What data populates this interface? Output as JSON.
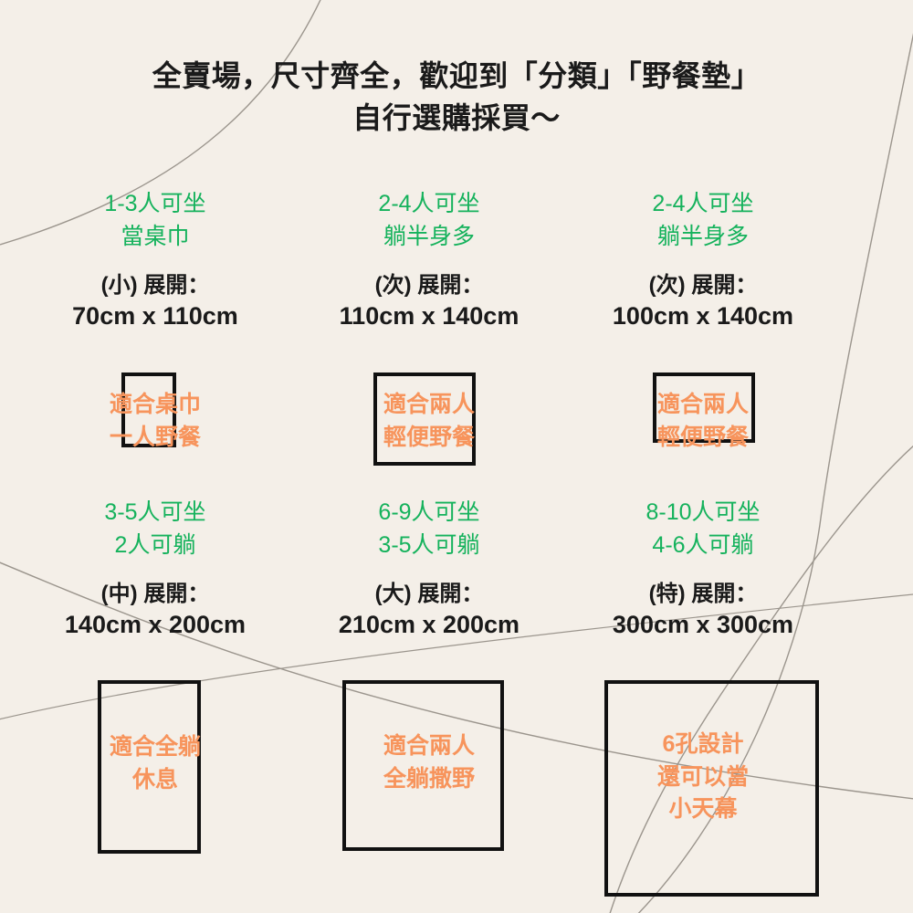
{
  "theme": {
    "background": "#f4efe8",
    "title_color": "#1a1a1a",
    "capacity_color": "#15b25c",
    "note_color": "#f7945c",
    "rect_stroke": "#111111",
    "curve_color": "#9b958d"
  },
  "title": {
    "line1": "全賣場，尺寸齊全，歡迎到「分類」「野餐墊」",
    "line2": "自行選購採買～"
  },
  "products": [
    {
      "capacity_line1": "1-3人可坐",
      "capacity_line2": "當桌巾",
      "size_label": "(小) 展開：",
      "dimensions": "70cm x 110cm",
      "note_line1": "適合桌巾",
      "note_line2": "一人野餐",
      "note_line3": ""
    },
    {
      "capacity_line1": "2-4人可坐",
      "capacity_line2": "躺半身多",
      "size_label": "(次) 展開：",
      "dimensions": "110cm x 140cm",
      "note_line1": "適合兩人",
      "note_line2": "輕便野餐",
      "note_line3": ""
    },
    {
      "capacity_line1": "2-4人可坐",
      "capacity_line2": "躺半身多",
      "size_label": "(次) 展開：",
      "dimensions": "100cm x 140cm",
      "note_line1": "適合兩人",
      "note_line2": "輕便野餐",
      "note_line3": ""
    },
    {
      "capacity_line1": "3-5人可坐",
      "capacity_line2": "2人可躺",
      "size_label": "(中) 展開：",
      "dimensions": "140cm x 200cm",
      "note_line1": "適合全躺",
      "note_line2": "休息",
      "note_line3": ""
    },
    {
      "capacity_line1": "6-9人可坐",
      "capacity_line2": "3-5人可躺",
      "size_label": "(大) 展開：",
      "dimensions": "210cm x 200cm",
      "note_line1": "適合兩人",
      "note_line2": "全躺撒野",
      "note_line3": ""
    },
    {
      "capacity_line1": "8-10人可坐",
      "capacity_line2": "4-6人可躺",
      "size_label": "(特) 展開：",
      "dimensions": "300cm x 300cm",
      "note_line1": "6孔設計",
      "note_line2": "還可以當",
      "note_line3": "小天幕"
    }
  ]
}
